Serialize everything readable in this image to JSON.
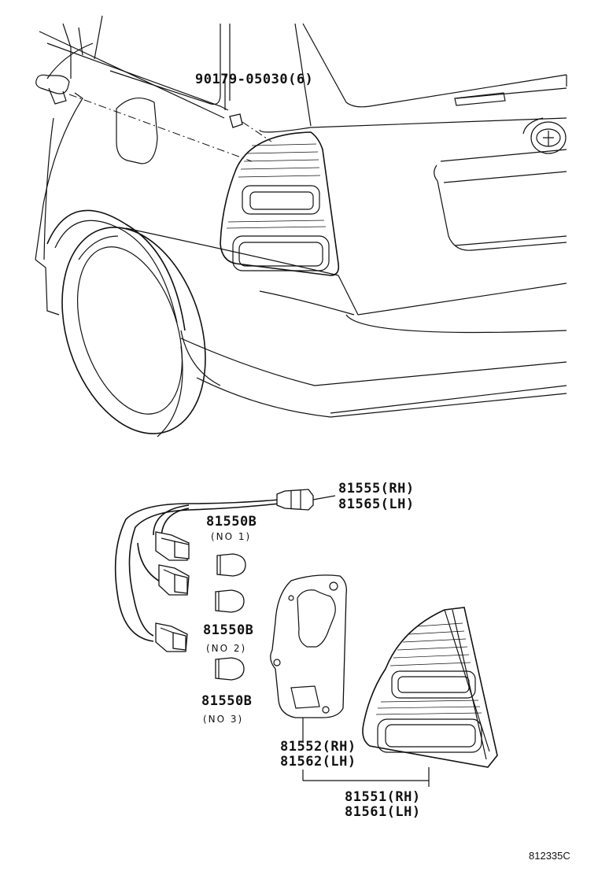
{
  "callouts": {
    "clip": "90179-05030(6)",
    "wire_harness_rh": "81555(RH)",
    "wire_harness_lh": "81565(LH)",
    "socket_no1_part": "81550B",
    "socket_no1_note": "(NO 1)",
    "socket_no2_part": "81550B",
    "socket_no2_note": "(NO 2)",
    "socket_no3_part": "81550B",
    "socket_no3_note": "(NO 3)",
    "gasket_rh": "81552(RH)",
    "gasket_lh": "81562(LH)",
    "lamp_assy_rh": "81551(RH)",
    "lamp_assy_lh": "81561(LH)"
  },
  "figure_ref": "812335C"
}
